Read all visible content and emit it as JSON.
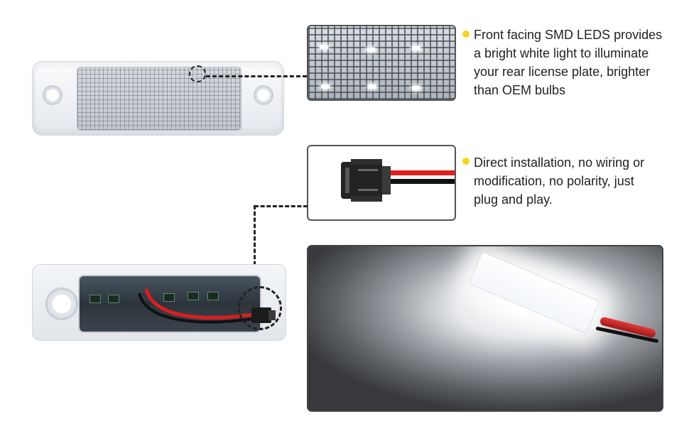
{
  "features": [
    {
      "lines": [
        "Front facing SMD LEDS provides",
        "a bright white light to illuminate",
        "your rear license plate, brighter",
        "than OEM bulbs"
      ]
    },
    {
      "lines": [
        "Direct installation, no wiring or",
        "modification, no polarity, just",
        "plug and play."
      ]
    }
  ],
  "colors": {
    "bullet": "#f5d320",
    "wire_red": "#e02020",
    "wire_black": "#111111"
  },
  "icons": {
    "bullet": "yellow-dot",
    "zoom_marker": "dashed-circle"
  }
}
